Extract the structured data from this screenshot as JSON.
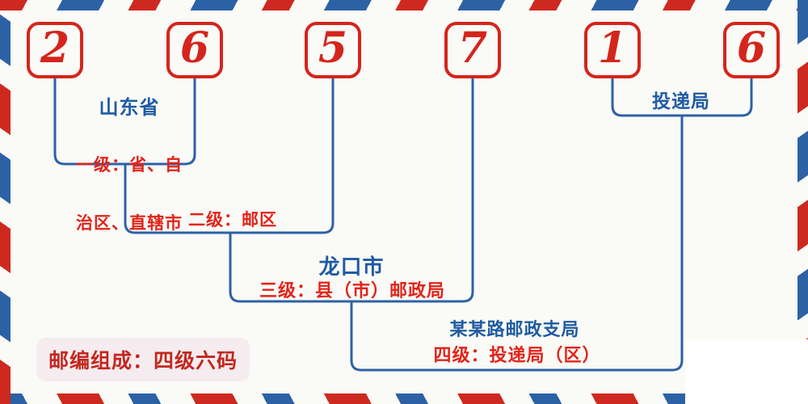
{
  "meta": {
    "background": "#fafaf6",
    "stripe_red": "#ce2920",
    "stripe_blue": "#2d61a5",
    "line_blue": "#2d61a5",
    "digit_red": "#d4251c",
    "text_red": "#e2231a",
    "text_blue": "#1f5ba3",
    "badge_bg": "#f5ecf0"
  },
  "postal_code": {
    "digits": [
      "2",
      "6",
      "5",
      "7",
      "1",
      "6"
    ]
  },
  "labels": {
    "level1_place": "山东省",
    "level1_desc_line1": "一级：省、自",
    "level1_desc_line2": "治区、直辖市",
    "level2_desc": "二级：邮区",
    "level3_place": "龙口市",
    "level3_desc": "三级：县（市）邮政局",
    "level4_place": "某某路邮政支局",
    "level4_desc": "四级：投递局（区）",
    "delivery_office": "投递局",
    "footnote": "邮编组成：四级六码"
  }
}
